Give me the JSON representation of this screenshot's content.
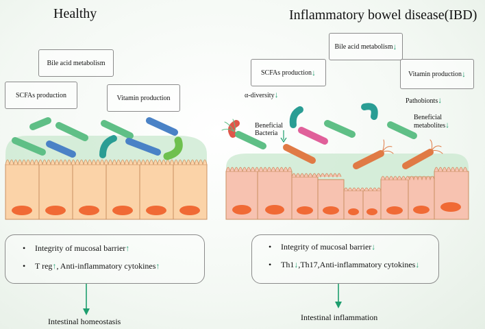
{
  "healthy": {
    "title": "Healthy",
    "boxes": {
      "bile": "Bile acid metabolism",
      "scfa": "SCFAs production",
      "vitamin": "Vitamin production"
    },
    "summary": {
      "line1": "Integrity of mucosal barrier",
      "line2a": "T reg",
      "line2b": ", Anti-inflammatory cytokines"
    },
    "outcome": "Intestinal homeostasis"
  },
  "ibd": {
    "title": "Inflammatory bowel disease(IBD)",
    "boxes": {
      "bile": "Bile acid metabolism",
      "scfa": "SCFAs production",
      "vitamin": "Vitamin production"
    },
    "labels": {
      "alpha": "α-diversity",
      "beneficial_bacteria_1": "Beneficial",
      "beneficial_bacteria_2": "Bacteria",
      "pathobionts": "Pathobionts",
      "beneficial_metabolites_1": "Beneficial",
      "beneficial_metabolites_2": "metabolites"
    },
    "summary": {
      "line1": "Integrity of mucosal barrier",
      "line2a": "Th1",
      "line2b": ",Th17,Anti-inflammatory cytokines"
    },
    "outcome": "Intestinal inflammation"
  },
  "symbols": {
    "up": "↑",
    "down": "↓",
    "bullet": "•"
  },
  "colors": {
    "green_bacteria": "#5fbf86",
    "blue_bacteria": "#4a82c6",
    "teal_bacteria": "#2a9d94",
    "orange_bacteria": "#e07a45",
    "pink_bacteria": "#e0609a",
    "red_bacteria": "#e0564a",
    "cell_fill": "#fbd3a8",
    "ibd_cell_fill": "#f7c2b0",
    "nucleus": "#f06a35",
    "mucus": "#c9e8cf",
    "arrow": "#1e9e6e"
  }
}
